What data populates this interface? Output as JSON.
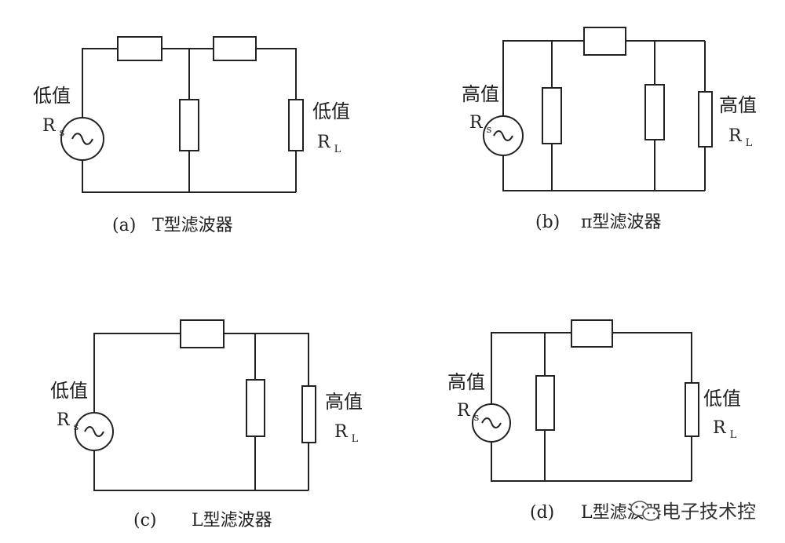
{
  "diagrams": [
    {
      "id": "a",
      "caption_letter": "(a)",
      "caption_text": "T型滤波器",
      "source_label": "低值",
      "source_r": "R",
      "source_sub": "s",
      "load_label": "低值",
      "load_r": "R",
      "load_sub": "L"
    },
    {
      "id": "b",
      "caption_letter": "(b)",
      "caption_text": "π型滤波器",
      "source_label": "高值",
      "source_r": "R",
      "source_sub": "s",
      "load_label": "高值",
      "load_r": "R",
      "load_sub": "L"
    },
    {
      "id": "c",
      "caption_letter": "(c)",
      "caption_text": "L型滤波器",
      "source_label": "低值",
      "source_r": "R",
      "source_sub": "s",
      "load_label": "高值",
      "load_r": "R",
      "load_sub": "L"
    },
    {
      "id": "d",
      "caption_letter": "(d)",
      "caption_text": "L型滤波器",
      "source_label": "高值",
      "source_r": "R",
      "source_sub": "s",
      "load_label": "低值",
      "load_r": "R",
      "load_sub": "L"
    }
  ],
  "watermark": {
    "text": "电子技术控",
    "icon": "wechat-icon"
  },
  "colors": {
    "line": "#222222",
    "background": "#ffffff"
  }
}
